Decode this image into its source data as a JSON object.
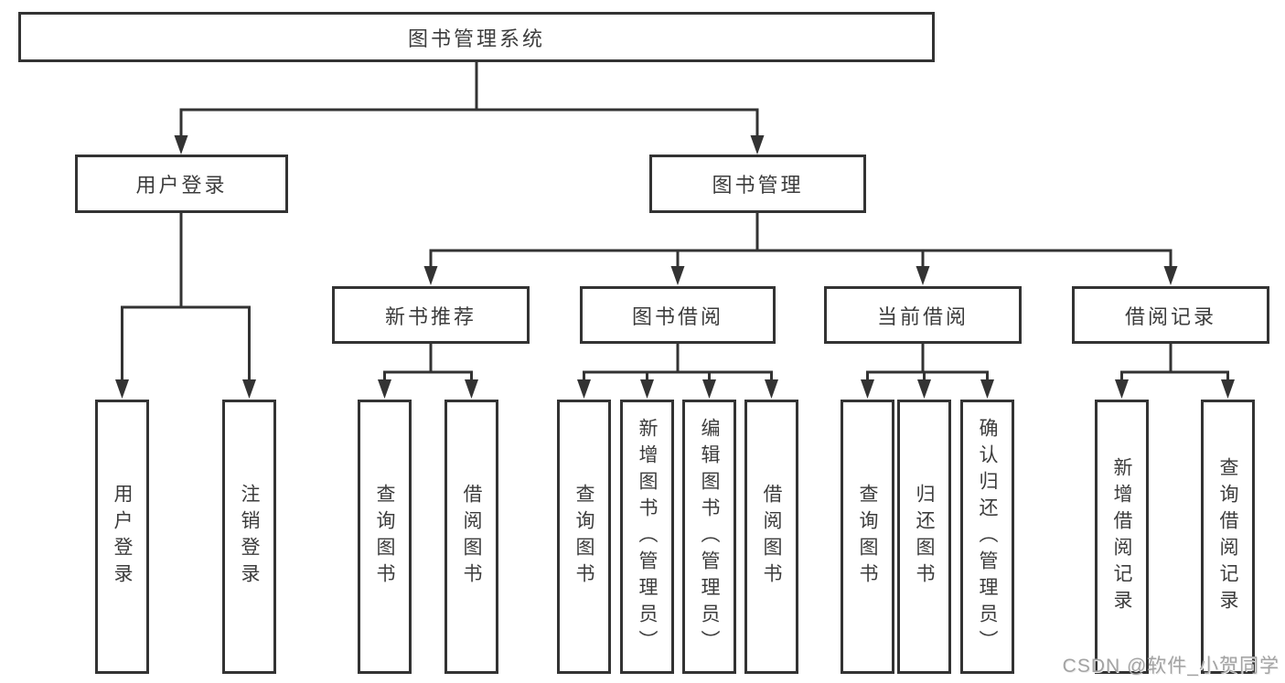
{
  "diagram": {
    "root": {
      "label": "图书管理系统"
    },
    "level2": [
      {
        "id": "user-login",
        "label": "用户登录"
      },
      {
        "id": "book-management",
        "label": "图书管理"
      }
    ],
    "level3": [
      {
        "id": "new-book-recommendation",
        "label": "新书推荐"
      },
      {
        "id": "book-borrowing",
        "label": "图书借阅"
      },
      {
        "id": "current-borrowing",
        "label": "当前借阅"
      },
      {
        "id": "borrowing-records",
        "label": "借阅记录"
      }
    ],
    "leaves": [
      {
        "id": "user-login-action",
        "label": "用户登录",
        "parent": "用户登录"
      },
      {
        "id": "logout-action",
        "label": "注销登录",
        "parent": "用户登录"
      },
      {
        "id": "recommend-query-books",
        "label": "查询图书",
        "parent": "新书推荐"
      },
      {
        "id": "recommend-borrow-books",
        "label": "借阅图书",
        "parent": "新书推荐"
      },
      {
        "id": "borrowing-query-books",
        "label": "查询图书",
        "parent": "图书借阅"
      },
      {
        "id": "borrowing-add-books-admin",
        "label": "新增图书（管理员）",
        "parent": "图书借阅"
      },
      {
        "id": "borrowing-edit-books-admin",
        "label": "编辑图书（管理员）",
        "parent": "图书借阅"
      },
      {
        "id": "borrowing-borrow-books",
        "label": "借阅图书",
        "parent": "图书借阅"
      },
      {
        "id": "current-query-books",
        "label": "查询图书",
        "parent": "当前借阅"
      },
      {
        "id": "current-return-books",
        "label": "归还图书",
        "parent": "当前借阅"
      },
      {
        "id": "current-confirm-return-admin",
        "label": "确认归还（管理员）",
        "parent": "当前借阅"
      },
      {
        "id": "records-add-borrow-record",
        "label": "新增借阅记录",
        "parent": "借阅记录"
      },
      {
        "id": "records-query-borrow-record",
        "label": "查询借阅记录",
        "parent": "借阅记录"
      }
    ]
  },
  "watermark": {
    "text": "CSDN @软件_小贺同学"
  },
  "colors": {
    "line": "#333333",
    "box_border": "#333333",
    "text": "#3c3c3c",
    "background": "#ffffff",
    "watermark": "#a3a3a3"
  }
}
